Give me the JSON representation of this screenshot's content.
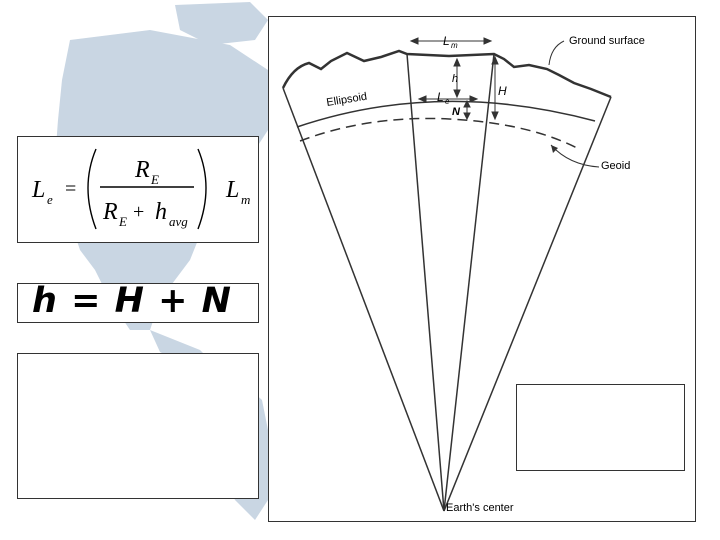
{
  "slide": {
    "formula": {
      "lhs_symbol": "L",
      "lhs_subscript": "e",
      "equals": "=",
      "numerator_symbol": "R",
      "numerator_subscript": "E",
      "denominator_symbol": "R",
      "denominator_subscript": "E",
      "plus": "+",
      "h_symbol": "h",
      "h_subscript": "avg",
      "rhs_symbol": "L",
      "rhs_subscript": "m"
    },
    "relation": "h = H + N",
    "figure": {
      "labels": {
        "lm": "L",
        "lm_sub": "m",
        "le": "L",
        "le_sub": "e",
        "h": "h",
        "H": "H",
        "N": "N",
        "ground_surface": "Ground surface",
        "ellipsoid": "Ellipsoid",
        "geoid": "Geoid",
        "earth_center": "Earth's center"
      }
    },
    "colors": {
      "map_fill": "#c9d6e3",
      "line": "#333333",
      "box_border": "#333333"
    }
  }
}
